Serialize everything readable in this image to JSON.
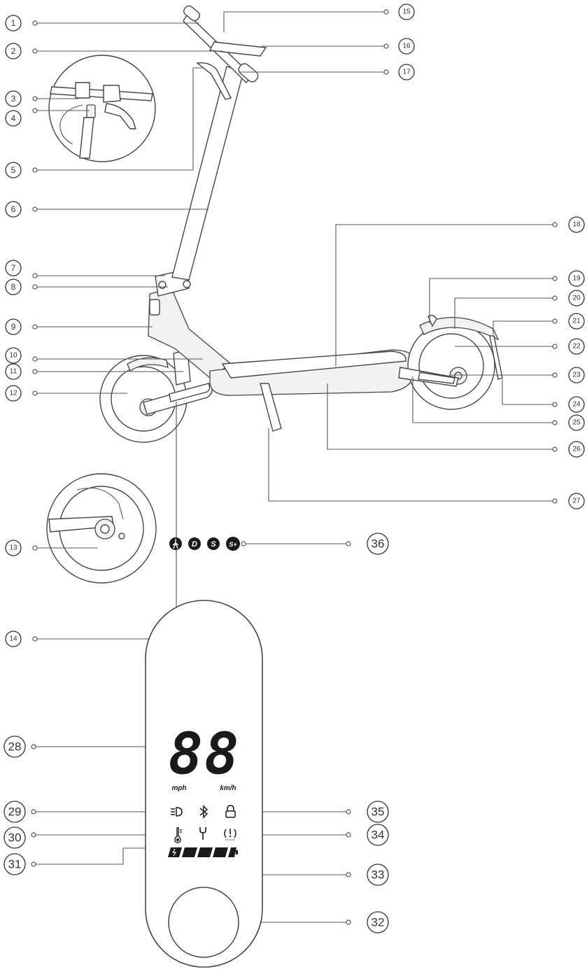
{
  "callouts": {
    "c1": "1",
    "c2": "2",
    "c3": "3",
    "c4": "4",
    "c5": "5",
    "c6": "6",
    "c7": "7",
    "c8": "8",
    "c9": "9",
    "c10": "10",
    "c11": "11",
    "c12": "12",
    "c13": "13",
    "c14": "14",
    "c15": "15",
    "c16": "16",
    "c17": "17",
    "c18": "18",
    "c19": "19",
    "c20": "20",
    "c21": "21",
    "c22": "22",
    "c23": "23",
    "c24": "24",
    "c25": "25",
    "c26": "26",
    "c27": "27",
    "c28": "28",
    "c29": "29",
    "c30": "30",
    "c31": "31",
    "c32": "32",
    "c33": "33",
    "c34": "34",
    "c35": "35",
    "c36": "36"
  },
  "display": {
    "speed_digits": "88",
    "unit_mph": "mph",
    "unit_kmh": "km/h",
    "mode_icons": [
      "walk-mode-icon",
      "D",
      "S",
      "S+"
    ]
  },
  "icons": [
    "headlight-icon",
    "bluetooth-icon",
    "lock-icon",
    "temperature-icon",
    "wrench-icon",
    "brake-warning-icon",
    "battery-icon"
  ],
  "colors": {
    "line": "#444444",
    "display_segments": "#1a1a1a"
  }
}
